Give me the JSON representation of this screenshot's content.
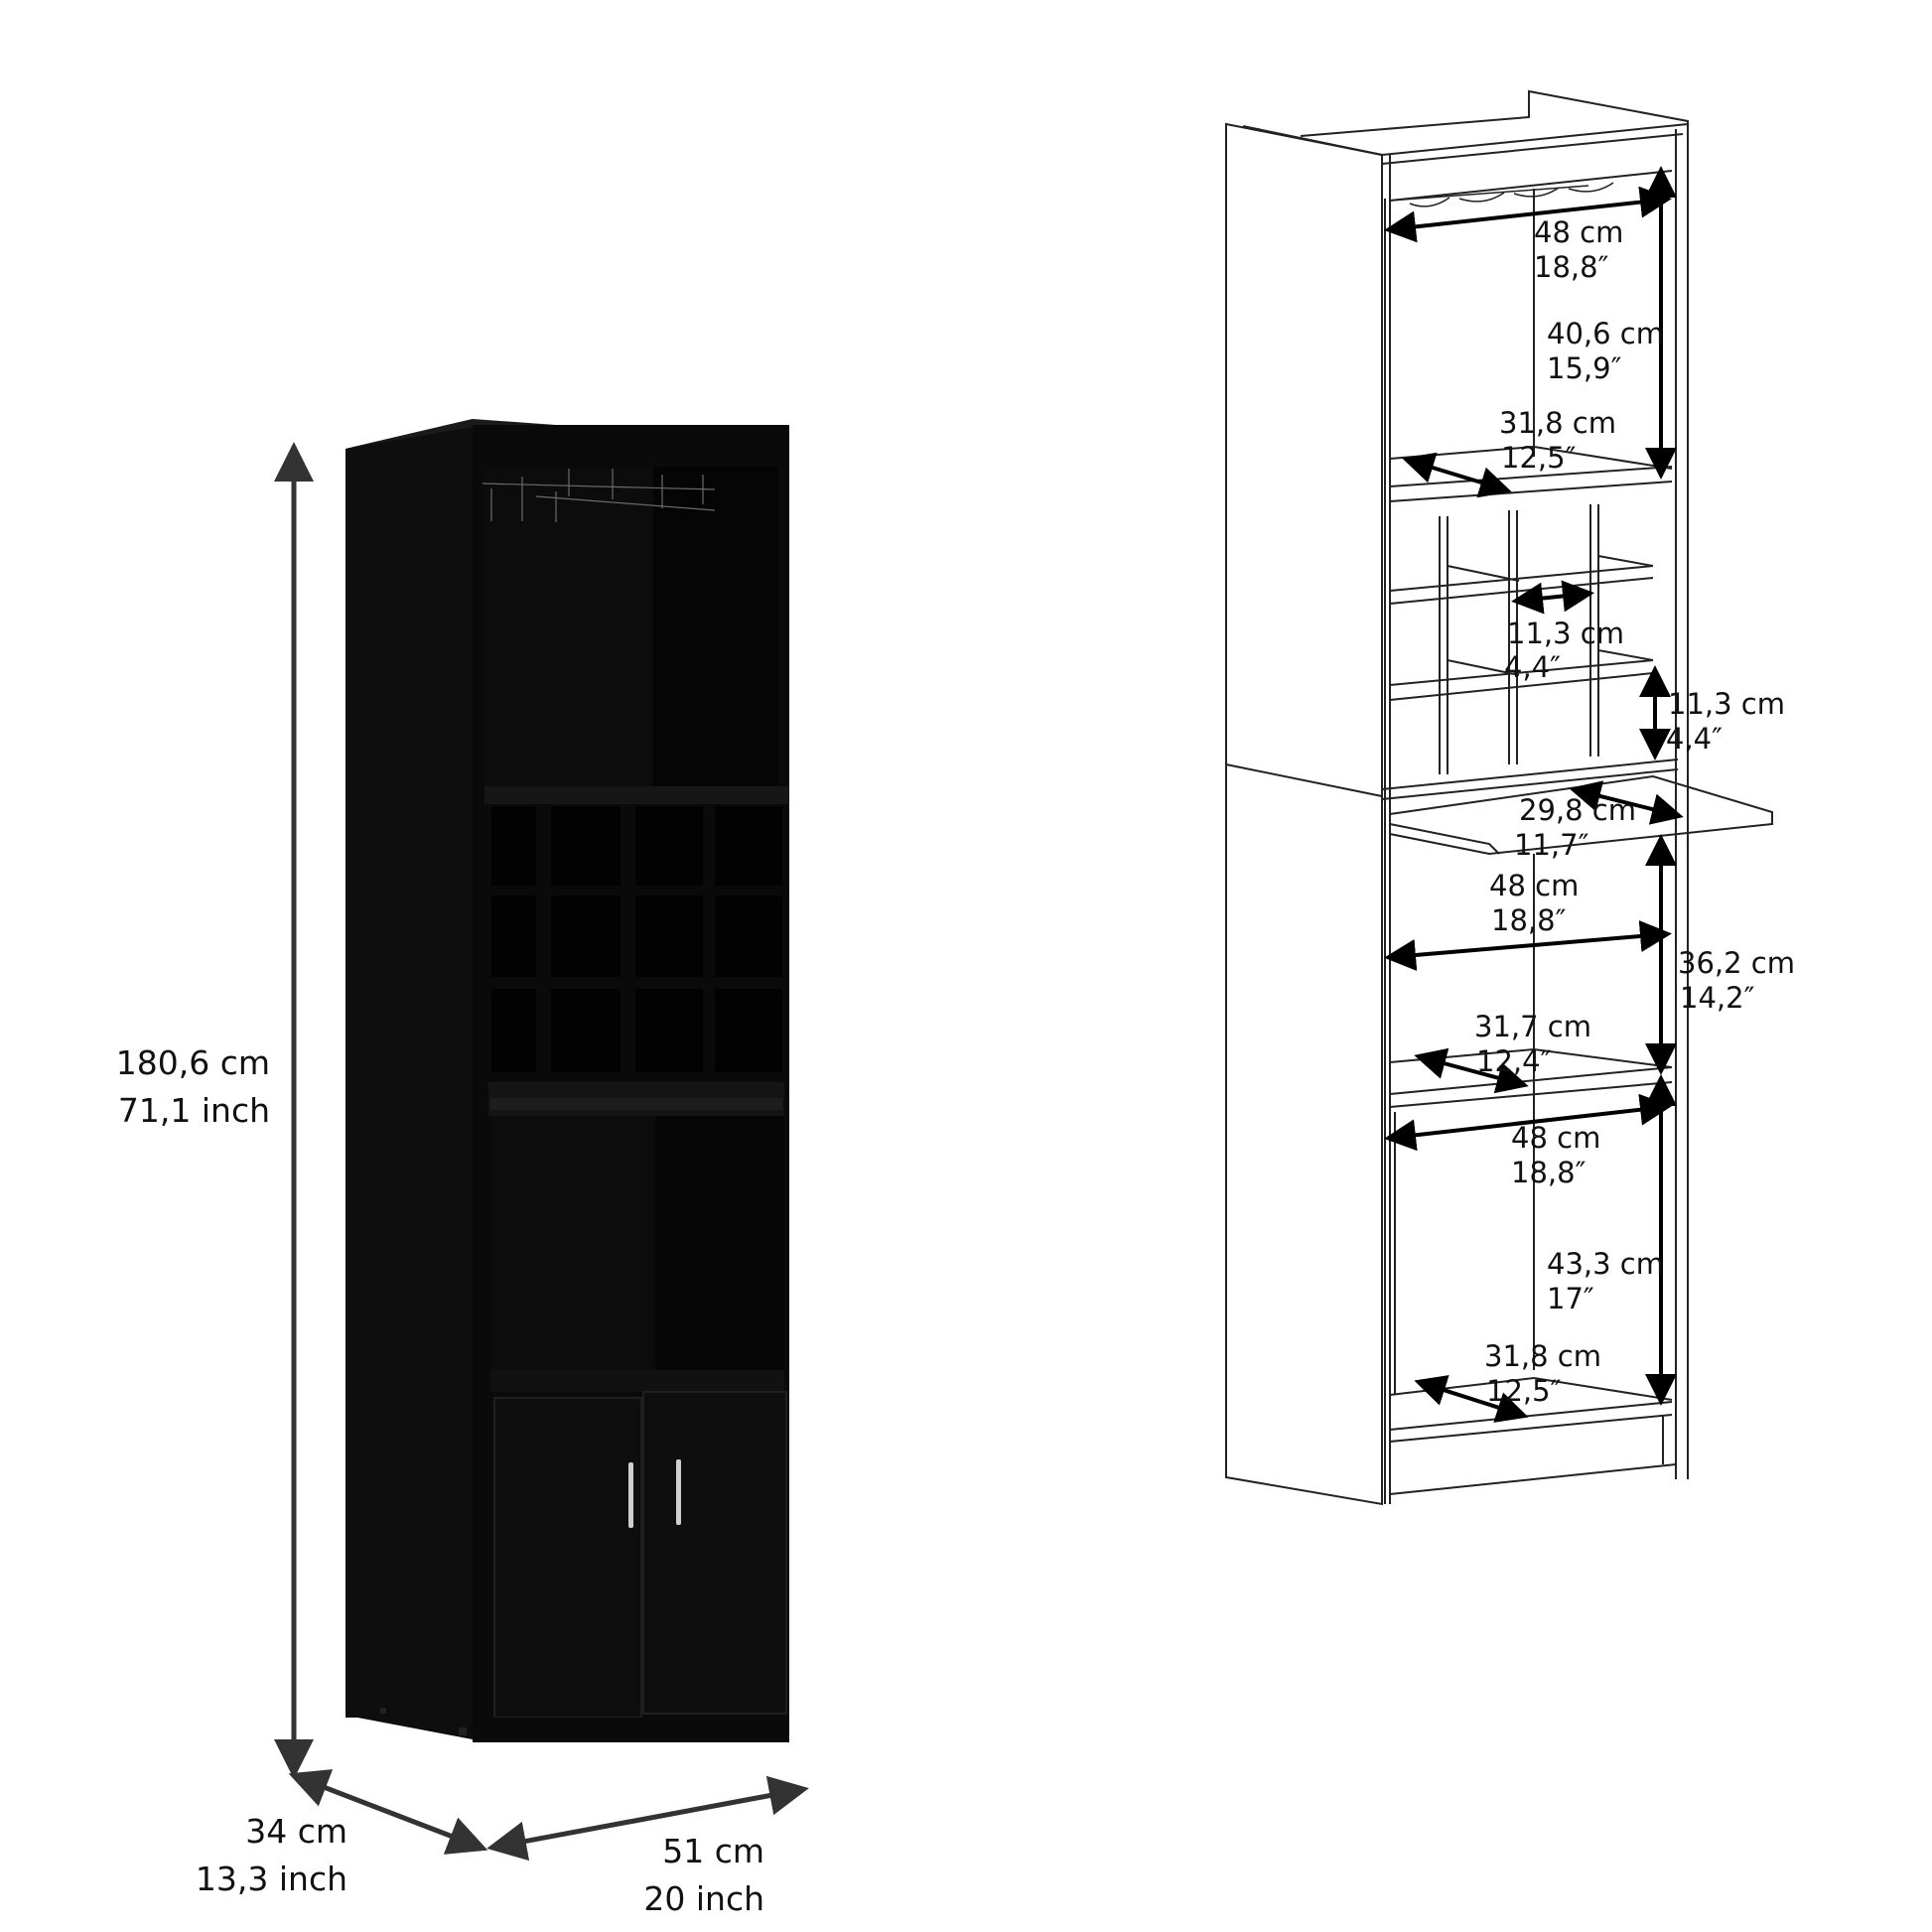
{
  "product_photo": {
    "color": "#0b0b0c",
    "dimensions": {
      "height": {
        "cm": "180,6 cm",
        "inch": "71,1 inch"
      },
      "depth": {
        "cm": "34 cm",
        "inch": "13,3 inch"
      },
      "width": {
        "cm": "51 cm",
        "inch": "20 inch"
      }
    }
  },
  "line_drawing": {
    "top_section": {
      "width": {
        "cm": "48 cm",
        "inch": "18,8″"
      },
      "height": {
        "cm": "40,6 cm",
        "inch": "15,9″"
      },
      "depth": {
        "cm": "31,8 cm",
        "inch": "12,5″"
      }
    },
    "wine_rack": {
      "cell_width": {
        "cm": "11,3 cm",
        "inch": "4,4″"
      },
      "cell_height": {
        "cm": "11,3 cm",
        "inch": "4,4″"
      }
    },
    "pullout_shelf": {
      "depth": {
        "cm": "29,8 cm",
        "inch": "11,7″"
      }
    },
    "middle_section": {
      "width": {
        "cm": "48 cm",
        "inch": "18,8″"
      },
      "height": {
        "cm": "36,2 cm",
        "inch": "14,2″"
      },
      "depth": {
        "cm": "31,7 cm",
        "inch": "12,4″"
      }
    },
    "bottom_section": {
      "width": {
        "cm": "48 cm",
        "inch": "18,8″"
      },
      "height": {
        "cm": "43,3 cm",
        "inch": "17″"
      },
      "depth": {
        "cm": "31,8 cm",
        "inch": "12,5″"
      }
    }
  }
}
